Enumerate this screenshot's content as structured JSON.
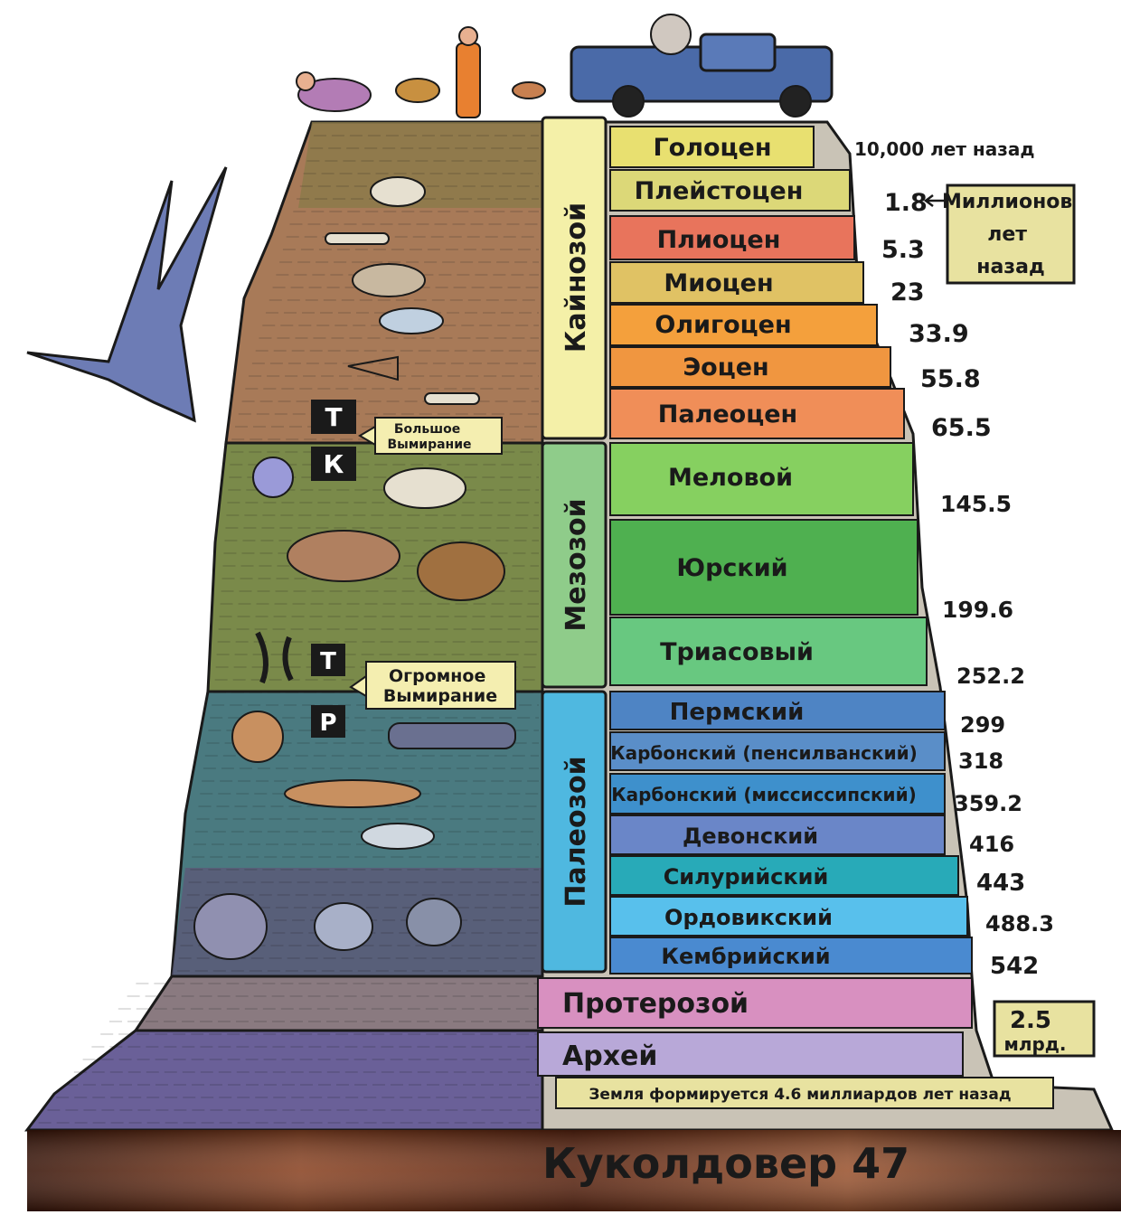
{
  "eras": [
    {
      "name": "Кайнозой",
      "color": "#f4f0a8"
    },
    {
      "name": "Мезозой",
      "color": "#8fcc8a"
    },
    {
      "name": "Палеозой",
      "color": "#4fb8e0"
    }
  ],
  "periods": [
    {
      "name": "Голоцен",
      "color": "#e8e070",
      "age": "10,000 лет назад"
    },
    {
      "name": "Плейстоцен",
      "color": "#dcd878",
      "age": "1.8"
    },
    {
      "name": "Плиоцен",
      "color": "#e8745c",
      "age": "5.3"
    },
    {
      "name": "Миоцен",
      "color": "#e0c264",
      "age": "23"
    },
    {
      "name": "Олигоцен",
      "color": "#f4a03c",
      "age": "33.9"
    },
    {
      "name": "Эоцен",
      "color": "#f09640",
      "age": "55.8"
    },
    {
      "name": "Палеоцен",
      "color": "#f08e58",
      "age": "65.5"
    },
    {
      "name": "Меловой",
      "color": "#86d060",
      "age": "145.5"
    },
    {
      "name": "Юрский",
      "color": "#4fb050",
      "age": "199.6"
    },
    {
      "name": "Триасовый",
      "color": "#68c880",
      "age": "252.2"
    },
    {
      "name": "Пермский",
      "color": "#4e84c4",
      "age": "299"
    },
    {
      "name": "Карбонский (пенсилванский)",
      "color": "#5a8ec8",
      "age": "318"
    },
    {
      "name": "Карбонский (миссиссипский)",
      "color": "#3e90cc",
      "age": "359.2"
    },
    {
      "name": "Девонский",
      "color": "#6a86c8",
      "age": "416"
    },
    {
      "name": "Силурийский",
      "color": "#28aab8",
      "age": "443"
    },
    {
      "name": "Ордовикский",
      "color": "#58c0ec",
      "age": "488.3"
    },
    {
      "name": "Кембрийский",
      "color": "#4a8ad0",
      "age": "542"
    }
  ],
  "eons": [
    {
      "name": "Протерозой",
      "color": "#d890c0"
    },
    {
      "name": "Архей",
      "color": "#b8a8d8"
    }
  ],
  "notes": {
    "millions": "Миллионов лет назад",
    "billion_value": "2.5",
    "billion_unit": "млрд.",
    "earth_forms": "Земля формируется 4.6 миллиардов лет назад",
    "extinction_small": "Большое Вымирание",
    "extinction_big": "Огромное Вымирание",
    "boundary_upper": [
      "Т",
      "К"
    ],
    "boundary_lower": [
      "Т",
      "Р"
    ]
  },
  "banner": {
    "text": "Куколдовер 47",
    "color": "#7a3c1e"
  },
  "colors": {
    "column_sides": "#5a5a7a",
    "outline": "#1a1a1a"
  }
}
